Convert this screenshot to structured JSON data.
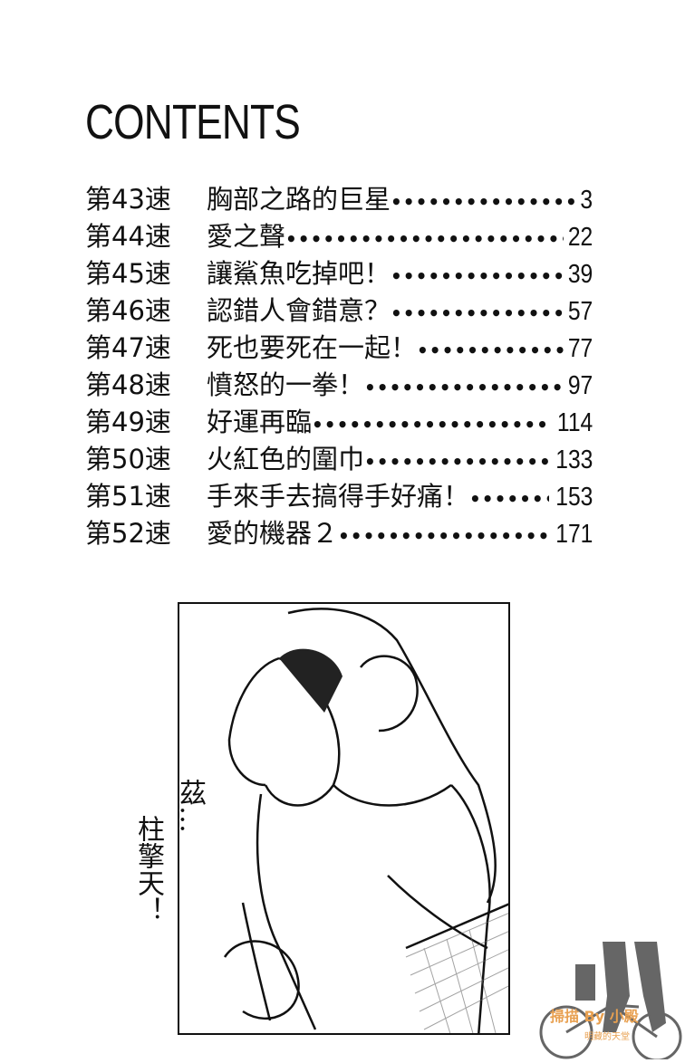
{
  "heading": "CONTENTS",
  "toc": [
    {
      "chapter": "第43速",
      "title": "胸部之路的巨星",
      "page": "3"
    },
    {
      "chapter": "第44速",
      "title": "愛之聲",
      "page": "22"
    },
    {
      "chapter": "第45速",
      "title": "讓鯊魚吃掉吧！",
      "page": "39"
    },
    {
      "chapter": "第46速",
      "title": "認錯人會錯意？",
      "page": "57"
    },
    {
      "chapter": "第47速",
      "title": "死也要死在一起！",
      "page": "77"
    },
    {
      "chapter": "第48速",
      "title": "憤怒的一拳！",
      "page": "97"
    },
    {
      "chapter": "第49速",
      "title": "好運再臨",
      "page": "114"
    },
    {
      "chapter": "第50速",
      "title": "火紅色的圍巾",
      "page": "133"
    },
    {
      "chapter": "第51速",
      "title": "手來手去搞得手好痛！",
      "page": "153"
    },
    {
      "chapter": "第52速",
      "title": "愛的機器２",
      "page": "171"
    }
  ],
  "illustration": {
    "sfx_1": "茲…",
    "sfx_2": "柱擎天！"
  },
  "watermark": {
    "line1": "掃描 By 小殿",
    "line2": "明藏的天堂",
    "color": "#e8a050"
  }
}
